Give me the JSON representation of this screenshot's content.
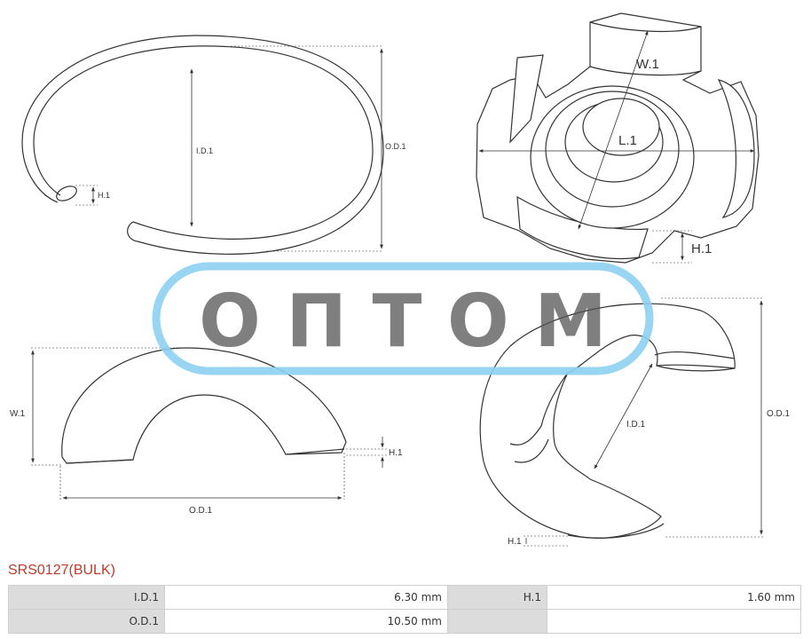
{
  "diagram": {
    "ring": {
      "id_label": "I.D.1",
      "od_label": "O.D.1",
      "h_label": "H.1"
    },
    "clip3d": {
      "w_label": "W.1",
      "l_label": "L.1",
      "h_label": "H.1"
    },
    "arc": {
      "w_label": "W.1",
      "od_label": "O.D.1",
      "h_label": "H.1"
    },
    "eclip": {
      "id_label": "I.D.1",
      "od_label": "O.D.1",
      "h_label": "H.1"
    },
    "watermark": "О П Т О М",
    "watermark_color": "#8cd0f2"
  },
  "product": {
    "code": "SRS0127(BULK)",
    "title_color": "#c0392b"
  },
  "specs": {
    "rows": [
      {
        "k1": "I.D.1",
        "v1": "6.30 mm",
        "k2": "H.1",
        "v2": "1.60 mm"
      },
      {
        "k1": "O.D.1",
        "v1": "10.50 mm",
        "k2": "",
        "v2": ""
      }
    ]
  }
}
